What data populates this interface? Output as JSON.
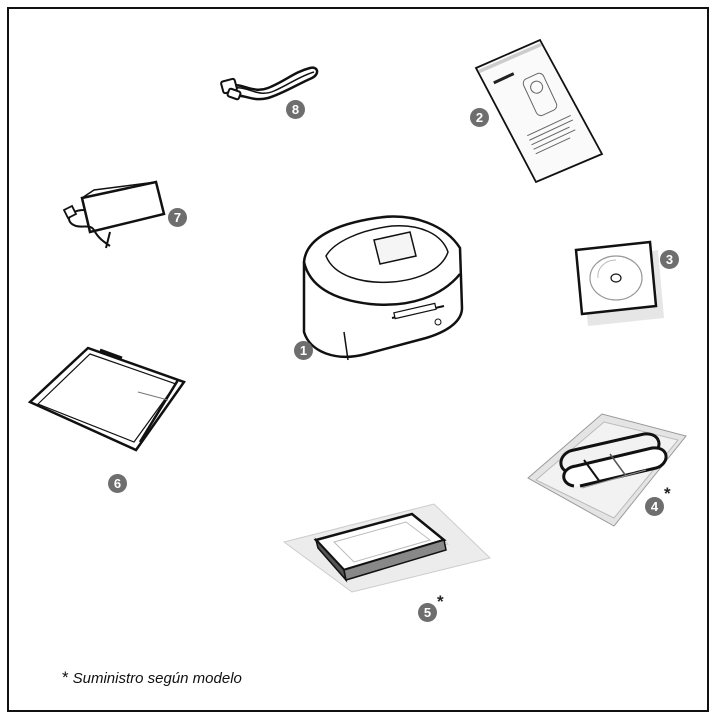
{
  "items": [
    {
      "number": "1",
      "icon": "photo-printer-icon"
    },
    {
      "number": "2",
      "icon": "user-manual-icon"
    },
    {
      "number": "3",
      "icon": "cd-rom-icon"
    },
    {
      "number": "4",
      "icon": "ink-cartridge-icon",
      "mark": "*"
    },
    {
      "number": "5",
      "icon": "photo-paper-pack-icon",
      "mark": "*"
    },
    {
      "number": "6",
      "icon": "paper-tray-icon"
    },
    {
      "number": "7",
      "icon": "power-adapter-icon"
    },
    {
      "number": "8",
      "icon": "power-cable-icon"
    }
  ],
  "footnote": {
    "mark": "*",
    "text": "Suministro según modelo"
  },
  "colors": {
    "badge": "#6e6e6e",
    "line": "#111111",
    "frame": "#111111"
  }
}
